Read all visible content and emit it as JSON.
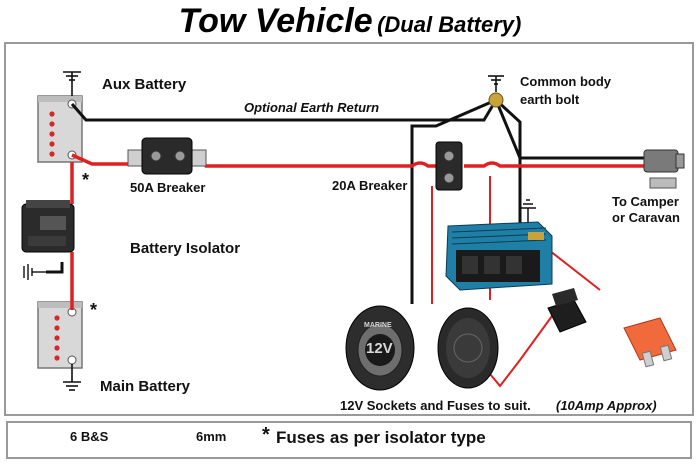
{
  "title": {
    "main": "Tow Vehicle",
    "sub": "(Dual Battery)"
  },
  "labels": {
    "aux_battery": "Aux Battery",
    "optional_earth": "Optional Earth Return",
    "common_bolt_1": "Common body",
    "common_bolt_2": "earth bolt",
    "breaker_50": "50A Breaker",
    "breaker_20": "20A Breaker",
    "isolator": "Battery Isolator",
    "main_battery": "Main Battery",
    "to_camper_1": "To Camper",
    "to_camper_2": "or Caravan",
    "sockets": "12V Sockets and Fuses to suit.",
    "fuse_amp": "(10Amp Approx)",
    "socket_text": "12V",
    "socket_brand": "MARINE",
    "asterisk": "*"
  },
  "legend": {
    "thick_label": "6 B&S",
    "thin_label": "6mm",
    "fuse_note": "Fuses as per isolator type",
    "fuse_star": "*"
  },
  "colors": {
    "red_wire": "#e02020",
    "black_wire": "#111111",
    "battery": "#d8d8d8",
    "battery_dot": "#d62828",
    "inverter": "#1f7fa6",
    "fuse": "#f06a3c"
  }
}
